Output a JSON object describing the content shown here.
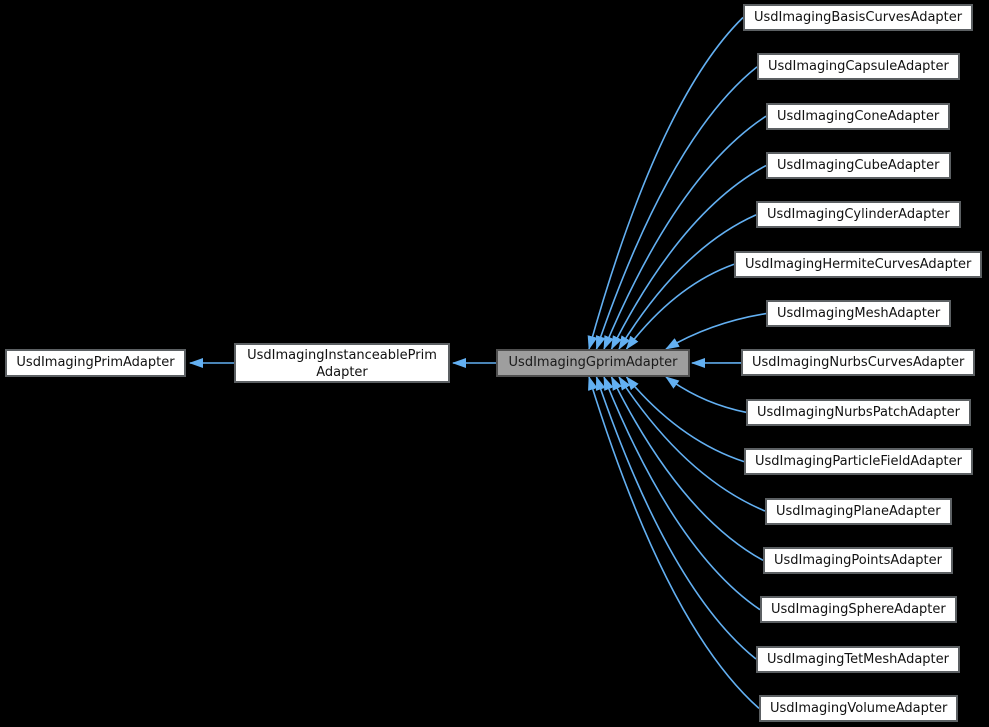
{
  "colors": {
    "background": "#000000",
    "edge": "#63b0f2",
    "node_fill": "#ffffff",
    "node_border": "#5c6063",
    "highlight_fill": "#9e9e9e",
    "highlight_border": "#4f4f4f",
    "text": "#111111"
  },
  "nodes": {
    "base": {
      "label": "UsdImagingPrimAdapter"
    },
    "middle": {
      "label": "UsdImagingInstanceablePrimAdapter",
      "line1": "UsdImagingInstanceablePrim",
      "line2": "Adapter"
    },
    "focus": {
      "label": "UsdImagingGprimAdapter"
    }
  },
  "derived": [
    "UsdImagingBasisCurvesAdapter",
    "UsdImagingCapsuleAdapter",
    "UsdImagingConeAdapter",
    "UsdImagingCubeAdapter",
    "UsdImagingCylinderAdapter",
    "UsdImagingHermiteCurvesAdapter",
    "UsdImagingMeshAdapter",
    "UsdImagingNurbsCurvesAdapter",
    "UsdImagingNurbsPatchAdapter",
    "UsdImagingParticleFieldAdapter",
    "UsdImagingPlaneAdapter",
    "UsdImagingPointsAdapter",
    "UsdImagingSphereAdapter",
    "UsdImagingTetMeshAdapter",
    "UsdImagingVolumeAdapter"
  ]
}
